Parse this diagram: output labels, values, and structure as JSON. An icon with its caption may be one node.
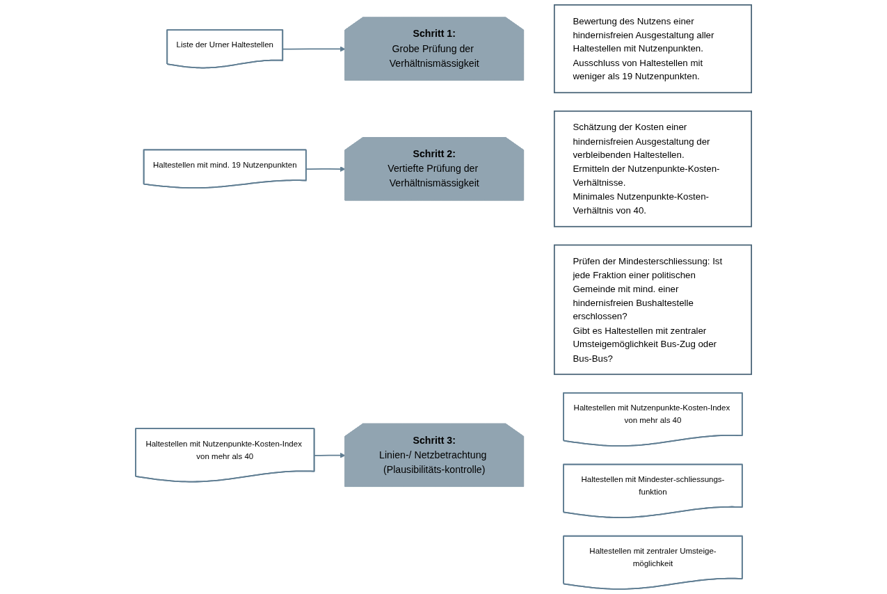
{
  "diagram": {
    "nodes": [
      {
        "text": [
          "Liste der Urner Haltestellen"
        ]
      },
      {
        "text": [
          "Schritt 1:",
          "Grobe Prüfung der Verhältnismässigkeit"
        ]
      },
      {
        "text": [
          "Bewertung des Nutzens einer hindernisfreien Ausgestaltung aller Haltestellen mit Nutzenpunkten.",
          "Ausschluss von Haltestellen mit weniger als 19 Nutzenpunkten."
        ]
      },
      {
        "text": [
          "Haltestellen mit mind. 19 Nutzenpunkten"
        ]
      },
      {
        "text": [
          "Schritt 2:",
          "Vertiefte Prüfung der Verhältnismässigkeit"
        ]
      },
      {
        "text": [
          "Schätzung der Kosten einer hindernisfreien Ausgestaltung der verbleibenden Haltestellen.",
          "Ermitteln der Nutzenpunkte-Kosten-Verhältnisse.",
          "Minimales Nutzenpunkte-Kosten-Verhältnis von 40."
        ]
      },
      {
        "text": [
          "Haltestellen mit Nutzenpunkte-Kosten-Index von mehr als 40"
        ]
      },
      {
        "text": [
          "Schritt 3:",
          "Linien-/ Netzbetrachtung (Plausibilitäts-kontrolle)"
        ]
      },
      {
        "text": [
          "Prüfen der Mindesterschliessung: Ist jede Fraktion einer politischen Gemeinde mit mind. einer hindernisfreien Bushaltestelle erschlossen?",
          "Gibt es Haltestellen mit zentraler Umsteigemöglichkeit Bus-Zug oder Bus-Bus?"
        ]
      },
      {
        "text": [
          "Haltestellen mit Nutzenpunkte-Kosten-Index von mehr als 40"
        ]
      },
      {
        "text": [
          "Haltestellen mit Mindester-schliessungs-funktion"
        ]
      },
      {
        "text": [
          "Haltestellen mit zentraler Umsteige-möglichkeit"
        ]
      }
    ],
    "edges": [
      {
        "from": 0,
        "to": 1,
        "arrow": "to"
      },
      {
        "from": 3,
        "to": 4,
        "arrow": "to"
      },
      {
        "from": 6,
        "to": 7,
        "arrow": "to"
      }
    ]
  }
}
